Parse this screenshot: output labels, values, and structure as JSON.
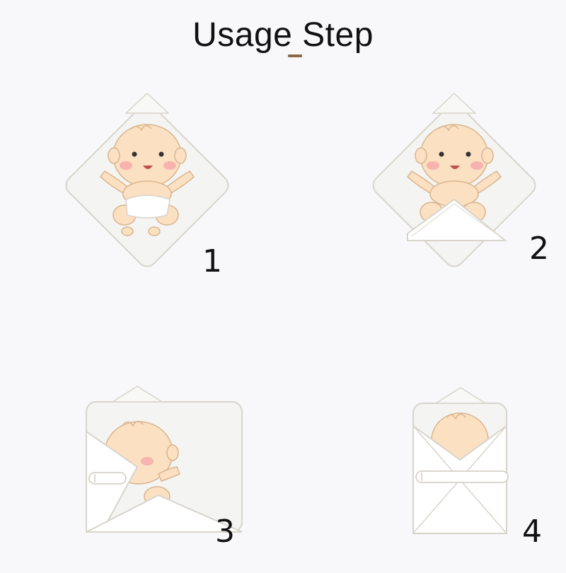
{
  "title": "Usage Step",
  "colors": {
    "background": "#f8f8fa",
    "blanket": "#f4f4f2",
    "outline": "#d8d4cc",
    "skin": "#fbe0c2",
    "skin_outline": "#d9b58e",
    "cheek": "#f6a7a7",
    "title_accent": "#8a6a4a"
  },
  "steps": [
    {
      "number": "1"
    },
    {
      "number": "2"
    },
    {
      "number": "3"
    },
    {
      "number": "4"
    }
  ]
}
